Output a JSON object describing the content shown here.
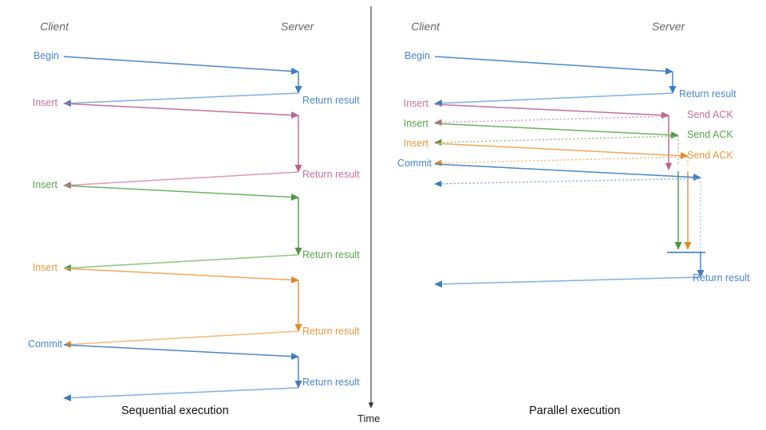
{
  "figure": {
    "type": "sequence-diagram",
    "title_left": "Sequential execution",
    "title_right": "Parallel execution",
    "time_axis_label": "Time",
    "colors": {
      "blue": "#4a86c8",
      "blue_light": "#7fb0de",
      "pink": "#c4719b",
      "pink_light": "#d89ab9",
      "green": "#5aa14c",
      "green_light": "#8cc47f",
      "orange": "#e8973c",
      "orange_light": "#f3b978",
      "header_gray": "#666666",
      "divider": "#333333",
      "caption": "#111111"
    }
  },
  "left_panel": {
    "name": "sequential-execution",
    "lifelines": {
      "client": "Client",
      "server": "Server"
    },
    "caption": "Sequential execution",
    "messages": [
      {
        "label": "Begin",
        "color": "blue",
        "direction": "client-to-server"
      },
      {
        "label": "Return result",
        "color": "blue",
        "direction": "server-to-client"
      },
      {
        "label": "Insert",
        "color": "pink",
        "direction": "client-to-server"
      },
      {
        "label": "Return result",
        "color": "pink",
        "direction": "server-to-client"
      },
      {
        "label": "Insert",
        "color": "green",
        "direction": "client-to-server"
      },
      {
        "label": "Return result",
        "color": "green",
        "direction": "server-to-client"
      },
      {
        "label": "Insert",
        "color": "orange",
        "direction": "client-to-server"
      },
      {
        "label": "Return result",
        "color": "orange",
        "direction": "server-to-client"
      },
      {
        "label": "Commit",
        "color": "blue",
        "direction": "client-to-server"
      },
      {
        "label": "Return result",
        "color": "blue",
        "direction": "server-to-client"
      }
    ],
    "client_labels": [
      "Begin",
      "Insert",
      "Insert",
      "Insert",
      "Commit"
    ],
    "server_labels": [
      "Return result",
      "Return result",
      "Return result",
      "Return result",
      "Return result"
    ]
  },
  "right_panel": {
    "name": "parallel-execution",
    "lifelines": {
      "client": "Client",
      "server": "Server"
    },
    "caption": "Parallel execution",
    "client_labels": [
      "Begin",
      "Insert",
      "Insert",
      "Insert",
      "Commit"
    ],
    "server_labels": [
      "Return result",
      "Send ACK",
      "Send ACK",
      "Send ACK",
      "Return result"
    ],
    "messages": [
      {
        "label": "Begin",
        "color": "blue",
        "direction": "client-to-server",
        "style": "solid"
      },
      {
        "label": "Return result",
        "color": "blue",
        "direction": "server-to-client",
        "style": "solid"
      },
      {
        "label": "Insert",
        "color": "pink",
        "direction": "client-to-server",
        "style": "solid"
      },
      {
        "label": "Send ACK",
        "color": "pink",
        "direction": "server-to-client",
        "style": "dotted"
      },
      {
        "label": "Insert",
        "color": "green",
        "direction": "client-to-server",
        "style": "solid"
      },
      {
        "label": "Send ACK",
        "color": "green",
        "direction": "server-to-client",
        "style": "dotted"
      },
      {
        "label": "Insert",
        "color": "orange",
        "direction": "client-to-server",
        "style": "solid"
      },
      {
        "label": "Send ACK",
        "color": "orange",
        "direction": "server-to-client",
        "style": "dotted"
      },
      {
        "label": "Commit",
        "color": "blue",
        "direction": "client-to-server",
        "style": "solid"
      },
      {
        "label": "Return result",
        "color": "blue",
        "direction": "server-to-client",
        "style": "solid"
      }
    ]
  },
  "labels": {
    "client": "Client",
    "server": "Server",
    "begin": "Begin",
    "insert": "Insert",
    "commit": "Commit",
    "return_result": "Return result",
    "send_ack": "Send ACK",
    "time": "Time",
    "sequential": "Sequential execution",
    "parallel": "Parallel execution"
  }
}
